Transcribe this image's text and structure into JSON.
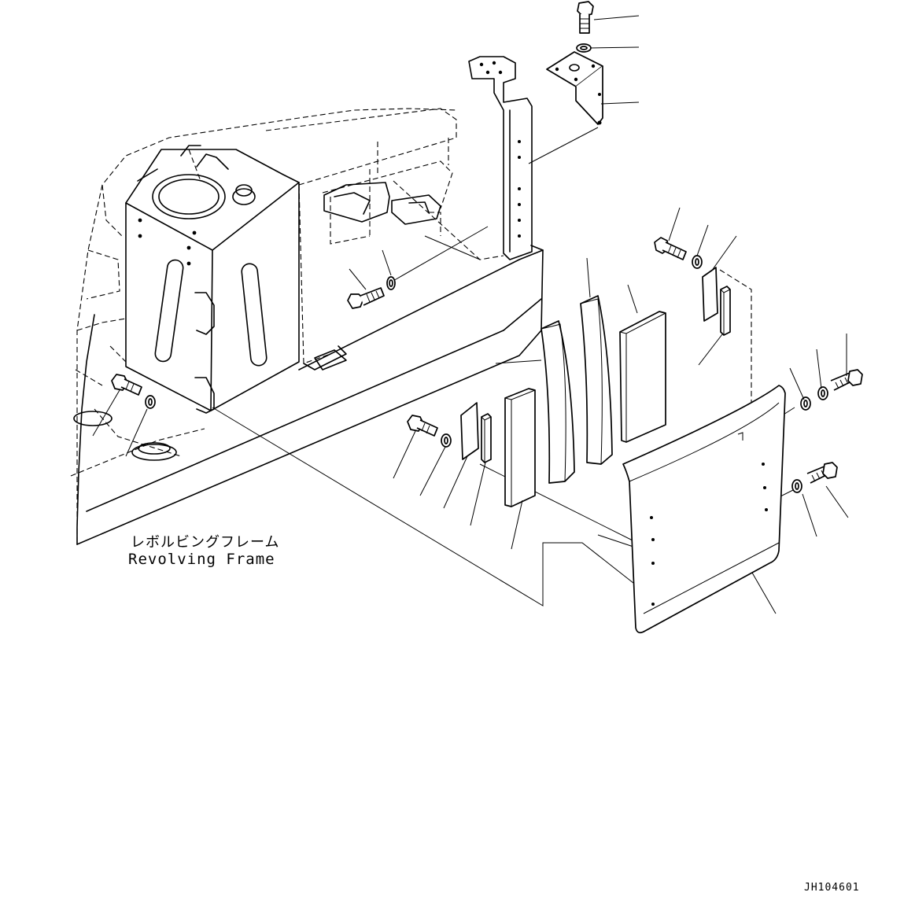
{
  "figure": {
    "frame_label_jp": "レボルビングフレーム",
    "frame_label_en": "Revolving Frame",
    "drawing_code": "JH104601"
  },
  "parts": [
    {
      "id": "bracket-bolt",
      "icon": "hex-bolt"
    },
    {
      "id": "bracket-washer",
      "icon": "washer"
    },
    {
      "id": "mounting-bracket",
      "icon": "bracket"
    },
    {
      "id": "frame-bolt",
      "icon": "hex-bolt"
    },
    {
      "id": "frame-washer",
      "icon": "washer"
    },
    {
      "id": "upper-bolt",
      "icon": "hex-bolt"
    },
    {
      "id": "upper-washer",
      "icon": "washer"
    },
    {
      "id": "upper-plate",
      "icon": "plate"
    },
    {
      "id": "upper-spacer",
      "icon": "spacer"
    },
    {
      "id": "curved-cushion-left",
      "icon": "cushion"
    },
    {
      "id": "curved-cushion-right",
      "icon": "cushion"
    },
    {
      "id": "flat-cushion-upper",
      "icon": "cushion"
    },
    {
      "id": "flat-cushion-lower",
      "icon": "cushion"
    },
    {
      "id": "lower-left-bolt",
      "icon": "hex-bolt"
    },
    {
      "id": "lower-left-washer",
      "icon": "washer"
    },
    {
      "id": "lower-plate",
      "icon": "plate"
    },
    {
      "id": "lower-spacer",
      "icon": "spacer"
    },
    {
      "id": "cover-panel",
      "icon": "panel"
    },
    {
      "id": "right-bolt-upper",
      "icon": "hex-bolt"
    },
    {
      "id": "right-washer-upper",
      "icon": "washer"
    },
    {
      "id": "right-lock-washer",
      "icon": "washer"
    },
    {
      "id": "right-bolt-lower",
      "icon": "hex-bolt"
    },
    {
      "id": "right-washer-lower",
      "icon": "washer"
    },
    {
      "id": "tank-bolt",
      "icon": "hex-bolt"
    },
    {
      "id": "tank-washer",
      "icon": "washer"
    }
  ]
}
